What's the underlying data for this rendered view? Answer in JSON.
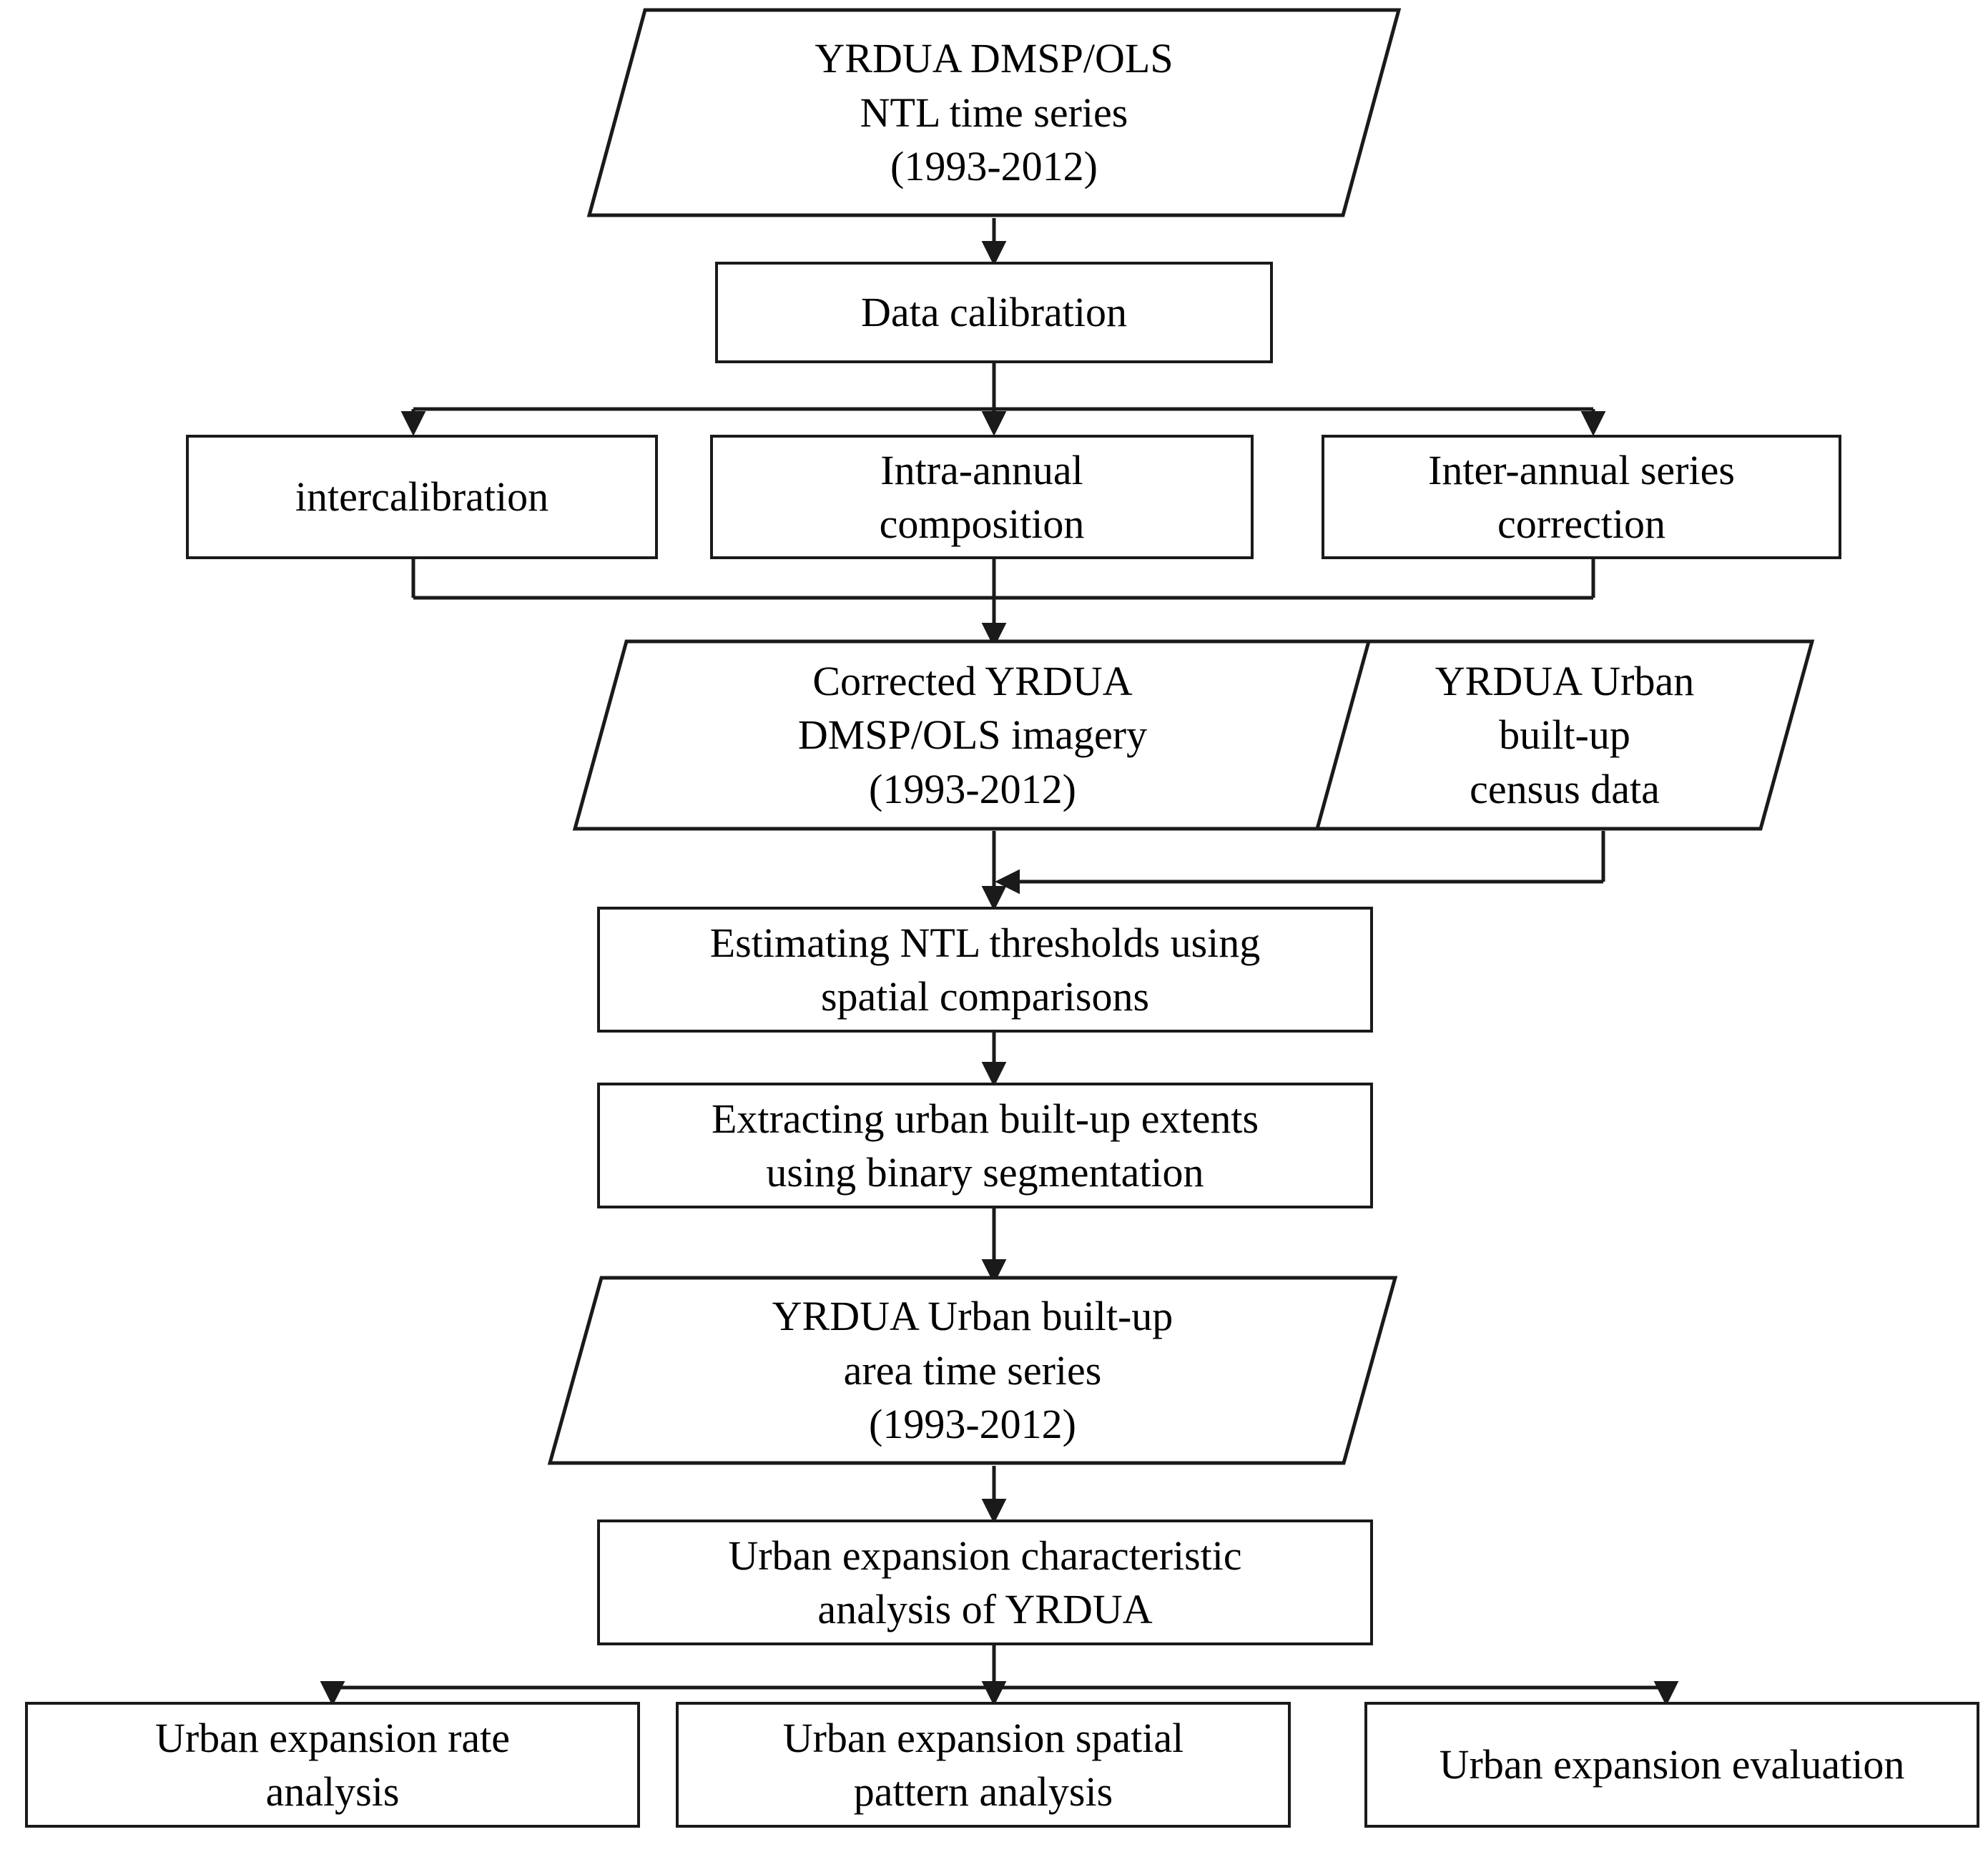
{
  "diagram": {
    "title": "YRDUA urban built-up extraction and expansion analysis workflow",
    "background_color": "#ffffff",
    "line_color": "#1a1a1a",
    "text_color": "#000000"
  },
  "nodes": {
    "ntl_time_series": {
      "label": "YRDUA DMSP/OLS\nNTL time series\n(1993-2012)",
      "shape": "parallelogram"
    },
    "data_calibration": {
      "label": "Data calibration",
      "shape": "rectangle"
    },
    "intercalibration": {
      "label": "intercalibration",
      "shape": "rectangle"
    },
    "intra_annual_composition": {
      "label": "Intra-annual\ncomposition",
      "shape": "rectangle"
    },
    "inter_annual_series_correction": {
      "label": "Inter-annual series\ncorrection",
      "shape": "rectangle"
    },
    "corrected_imagery": {
      "label": "Corrected YRDUA\nDMSP/OLS imagery\n(1993-2012)",
      "shape": "parallelogram"
    },
    "census_data": {
      "label": "YRDUA Urban\nbuilt-up\ncensus data",
      "shape": "parallelogram"
    },
    "estimating_thresholds": {
      "label": "Estimating NTL thresholds using\nspatial comparisons",
      "shape": "rectangle"
    },
    "extracting_extents": {
      "label": "Extracting urban built-up extents\nusing binary segmentation",
      "shape": "rectangle"
    },
    "builtup_area_series": {
      "label": "YRDUA Urban built-up\narea time series\n(1993-2012)",
      "shape": "parallelogram"
    },
    "expansion_characteristic_analysis": {
      "label": "Urban expansion characteristic\nanalysis of YRDUA",
      "shape": "rectangle"
    },
    "expansion_rate_analysis": {
      "label": "Urban expansion rate\nanalysis",
      "shape": "rectangle"
    },
    "expansion_spatial_pattern_analysis": {
      "label": "Urban expansion spatial\npattern analysis",
      "shape": "rectangle"
    },
    "expansion_evaluation": {
      "label": "Urban expansion evaluation",
      "shape": "rectangle"
    }
  },
  "edges": [
    {
      "from": "ntl_time_series",
      "to": "data_calibration",
      "kind": "arrow-down"
    },
    {
      "from": "data_calibration",
      "to": "intercalibration",
      "kind": "fanout-arrow"
    },
    {
      "from": "data_calibration",
      "to": "intra_annual_composition",
      "kind": "fanout-arrow"
    },
    {
      "from": "data_calibration",
      "to": "inter_annual_series_correction",
      "kind": "fanout-arrow"
    },
    {
      "from": "intercalibration",
      "to": "corrected_imagery",
      "kind": "merge"
    },
    {
      "from": "intra_annual_composition",
      "to": "corrected_imagery",
      "kind": "merge-arrow"
    },
    {
      "from": "inter_annual_series_correction",
      "to": "corrected_imagery",
      "kind": "merge"
    },
    {
      "from": "corrected_imagery",
      "to": "estimating_thresholds",
      "kind": "arrow-down"
    },
    {
      "from": "census_data",
      "to": "estimating_thresholds",
      "kind": "elbow-arrow-left"
    },
    {
      "from": "estimating_thresholds",
      "to": "extracting_extents",
      "kind": "arrow-down"
    },
    {
      "from": "extracting_extents",
      "to": "builtup_area_series",
      "kind": "arrow-down"
    },
    {
      "from": "builtup_area_series",
      "to": "expansion_characteristic_analysis",
      "kind": "arrow-down"
    },
    {
      "from": "expansion_characteristic_analysis",
      "to": "expansion_rate_analysis",
      "kind": "fanout-arrow"
    },
    {
      "from": "expansion_characteristic_analysis",
      "to": "expansion_spatial_pattern_analysis",
      "kind": "fanout-arrow"
    },
    {
      "from": "expansion_characteristic_analysis",
      "to": "expansion_evaluation",
      "kind": "fanout-arrow"
    }
  ]
}
